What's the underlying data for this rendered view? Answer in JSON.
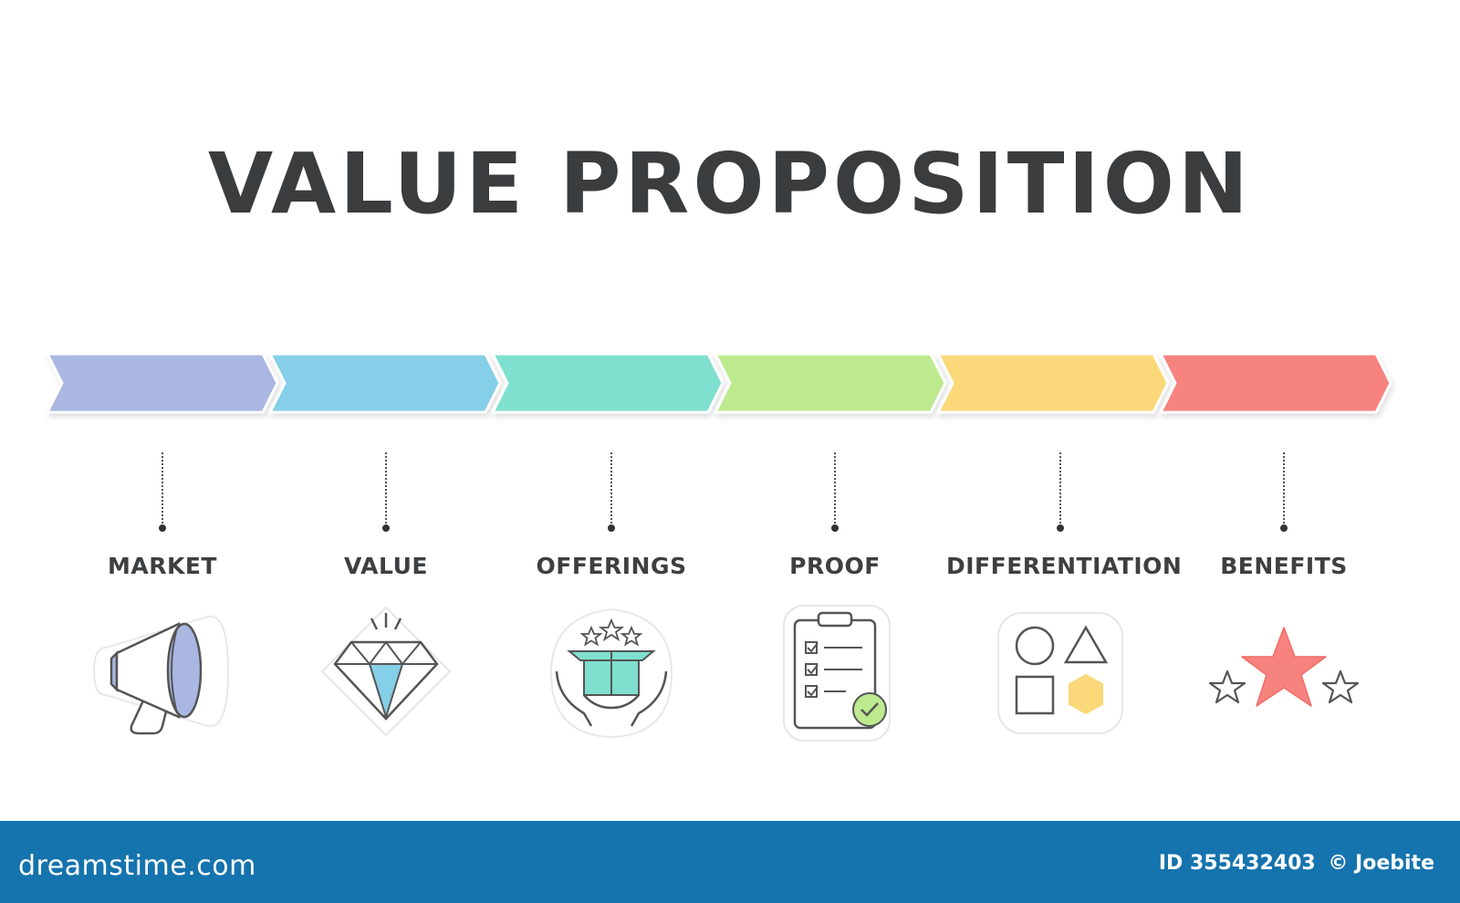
{
  "title": "VALUE PROPOSITION",
  "colors": {
    "market": "#a9b7e2",
    "value": "#86cfe8",
    "offerings": "#7fe0cf",
    "proof": "#bdea8f",
    "differentiation": "#fbd97a",
    "benefits": "#f7837f",
    "footer": "#1573ad",
    "text": "#3a3c3e"
  },
  "steps": [
    {
      "key": "market",
      "label": "MARKET",
      "icon": "megaphone-icon"
    },
    {
      "key": "value",
      "label": "VALUE",
      "icon": "diamond-icon"
    },
    {
      "key": "offerings",
      "label": "OFFERINGS",
      "icon": "gift-box-hands-icon"
    },
    {
      "key": "proof",
      "label": "PROOF",
      "icon": "clipboard-checklist-icon"
    },
    {
      "key": "differentiation",
      "label": "DIFFERENTIATION",
      "icon": "shapes-icon"
    },
    {
      "key": "benefits",
      "label": "BENEFITS",
      "icon": "stars-icon"
    }
  ],
  "footer": {
    "brand": "dreamstime.com",
    "id_label": "ID 355432403",
    "copyright": "© Joebite"
  }
}
